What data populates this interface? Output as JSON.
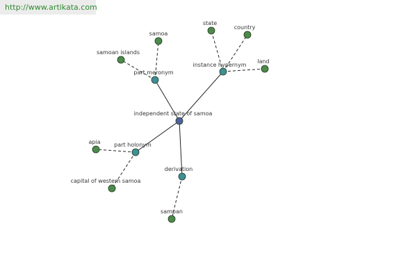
{
  "watermark": "http://www.artikata.com",
  "colors": {
    "center_node": "#50609e",
    "relation_node": "#3f8f95",
    "leaf_node": "#4d8a4b",
    "node_stroke": "#1f3a1f",
    "edge": "#222222",
    "label": "#333333",
    "watermark_bg": "#ececec",
    "watermark_text": "#2f8a2f"
  },
  "graph": {
    "center": {
      "id": "center",
      "label": "independent state of samoa"
    },
    "relations": [
      {
        "id": "part-meronym",
        "label": "part meronym",
        "children": [
          {
            "id": "samoa",
            "label": "samoa"
          },
          {
            "id": "samoan-islands",
            "label": "samoan islands"
          }
        ]
      },
      {
        "id": "instance-hypernym",
        "label": "instance hypernym",
        "children": [
          {
            "id": "state",
            "label": "state"
          },
          {
            "id": "country",
            "label": "country"
          },
          {
            "id": "land",
            "label": "land"
          }
        ]
      },
      {
        "id": "part-holonym",
        "label": "part holonym",
        "children": [
          {
            "id": "apia",
            "label": "apia"
          },
          {
            "id": "capital-of-western-samoa",
            "label": "capital of western samoa"
          }
        ]
      },
      {
        "id": "derivation",
        "label": "derivation",
        "children": [
          {
            "id": "sampan",
            "label": "sampan"
          }
        ]
      }
    ]
  }
}
